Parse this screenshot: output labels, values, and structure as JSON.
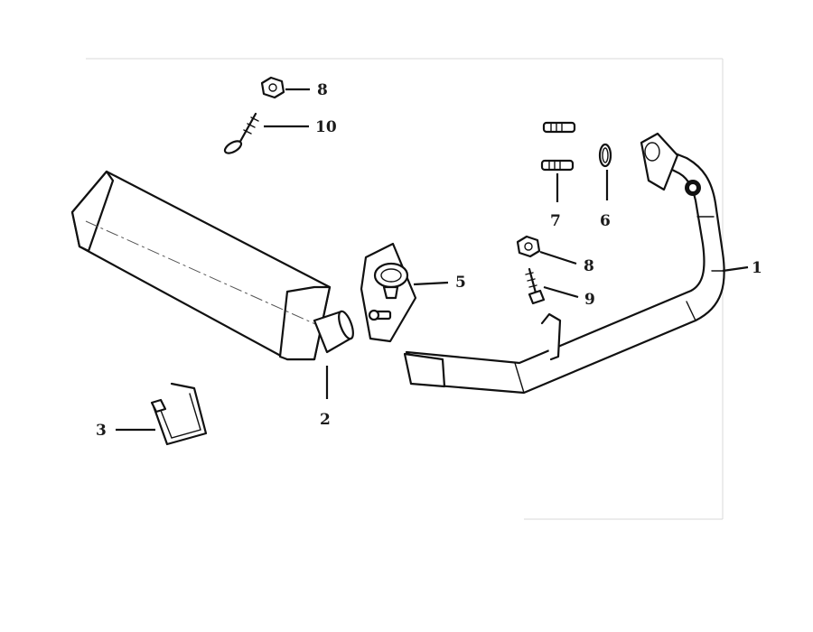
{
  "diagram": {
    "callouts": [
      {
        "id": "c1",
        "label": "1",
        "part": "exhaust-pipe"
      },
      {
        "id": "c2",
        "label": "2",
        "part": "muffler"
      },
      {
        "id": "c3",
        "label": "3",
        "part": "muffler-bracket"
      },
      {
        "id": "c5",
        "label": "5",
        "part": "pipe-clamp"
      },
      {
        "id": "c6",
        "label": "6",
        "part": "exhaust-gasket"
      },
      {
        "id": "c7",
        "label": "7",
        "part": "stud-bolts"
      },
      {
        "id": "c8a",
        "label": "8",
        "part": "nut-upper"
      },
      {
        "id": "c8b",
        "label": "8",
        "part": "nut-lower"
      },
      {
        "id": "c9",
        "label": "9",
        "part": "bolt"
      },
      {
        "id": "c10",
        "label": "10",
        "part": "bolt-washer"
      }
    ]
  }
}
